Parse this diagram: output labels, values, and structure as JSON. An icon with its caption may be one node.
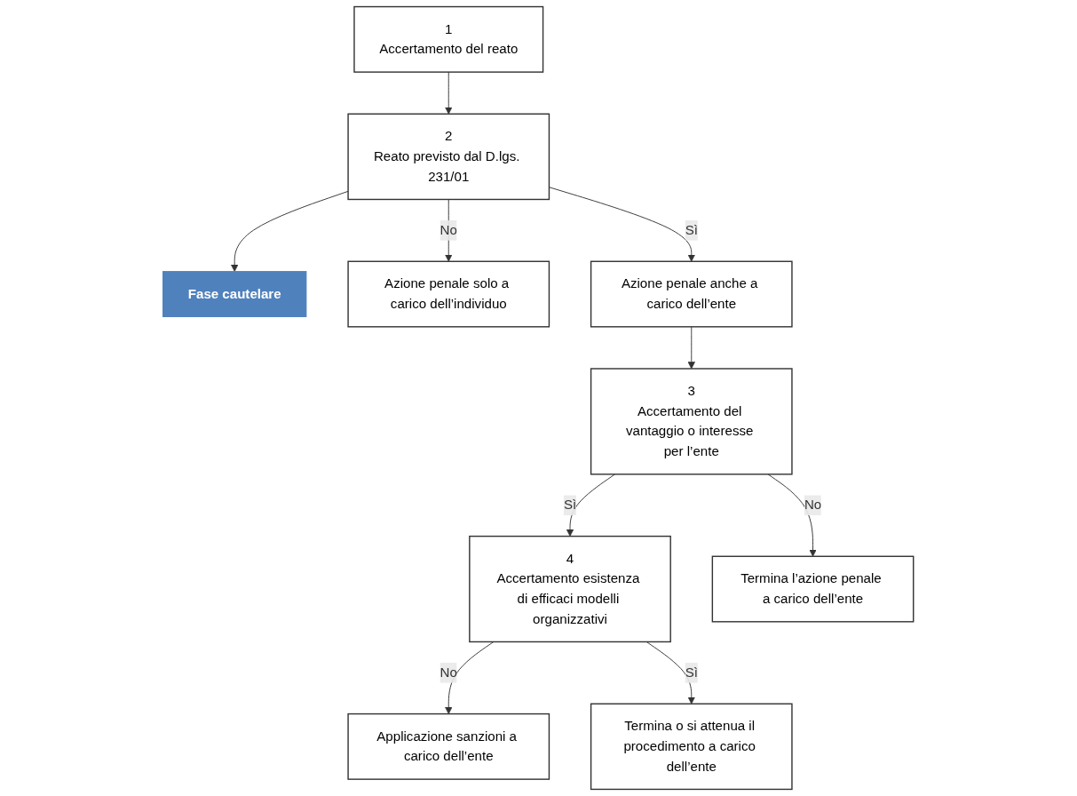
{
  "diagram": {
    "nodes": [
      {
        "text": [
          "1",
          "Accertamento del reato"
        ]
      },
      {
        "text": [
          "2",
          "Reato previsto dal D.lgs. 231/01"
        ]
      },
      {
        "text": [
          "Fase cautelare"
        ]
      },
      {
        "text": [
          "Azione penale solo a carico dell’individuo"
        ]
      },
      {
        "text": [
          "Azione penale anche a carico dell’ente"
        ]
      },
      {
        "text": [
          "3",
          "Accertamento del vantaggio o interesse per l’ente"
        ]
      },
      {
        "text": [
          "4",
          "Accertamento esistenza di efficaci modelli organizzativi"
        ]
      },
      {
        "text": [
          "Applicazione sanzioni a carico dell’ente"
        ]
      },
      {
        "text": [
          "Termina o si attenua il procedimento a carico dell’ente"
        ]
      },
      {
        "text": [
          "Termina l’azione penale a carico dell’ente"
        ]
      }
    ],
    "edges": [
      {
        "from": 0,
        "to": 1,
        "arrow": "to"
      },
      {
        "from": 1,
        "to": 2,
        "arrow": "to"
      },
      {
        "from": 1,
        "to": 4,
        "arrow": "to",
        "label": "Sì"
      },
      {
        "from": 1,
        "to": 3,
        "arrow": "to",
        "label": "No"
      },
      {
        "from": 4,
        "to": 5,
        "arrow": "to"
      },
      {
        "from": 5,
        "to": 6,
        "arrow": "to",
        "label": "Sì"
      },
      {
        "from": 6,
        "to": 7,
        "arrow": "to",
        "label": "No"
      },
      {
        "from": 6,
        "to": 8,
        "arrow": "to",
        "label": "Sì"
      },
      {
        "from": 5,
        "to": 9,
        "arrow": "to",
        "label": "No"
      }
    ]
  }
}
